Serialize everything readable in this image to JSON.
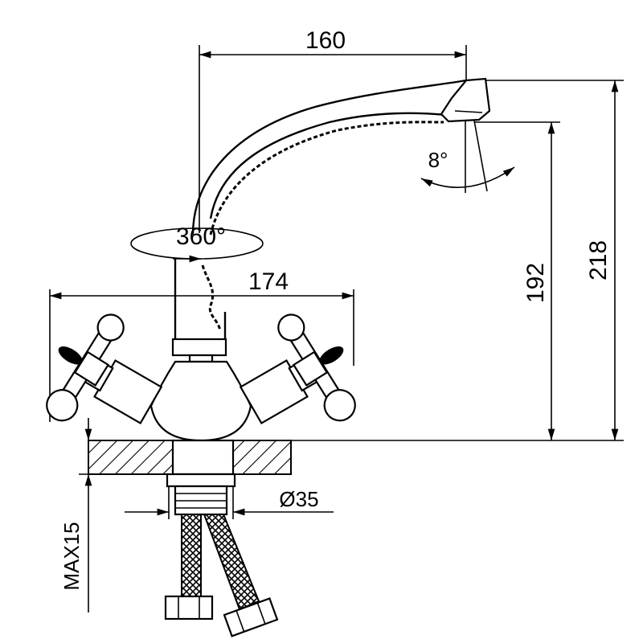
{
  "dimensions": {
    "spout_reach": "160",
    "total_height": "218",
    "spout_height": "192",
    "handle_span": "174",
    "rotation": "360°",
    "aerator_tilt": "8°",
    "mount_hole": "Ø35",
    "max_thickness": "MAX15"
  }
}
